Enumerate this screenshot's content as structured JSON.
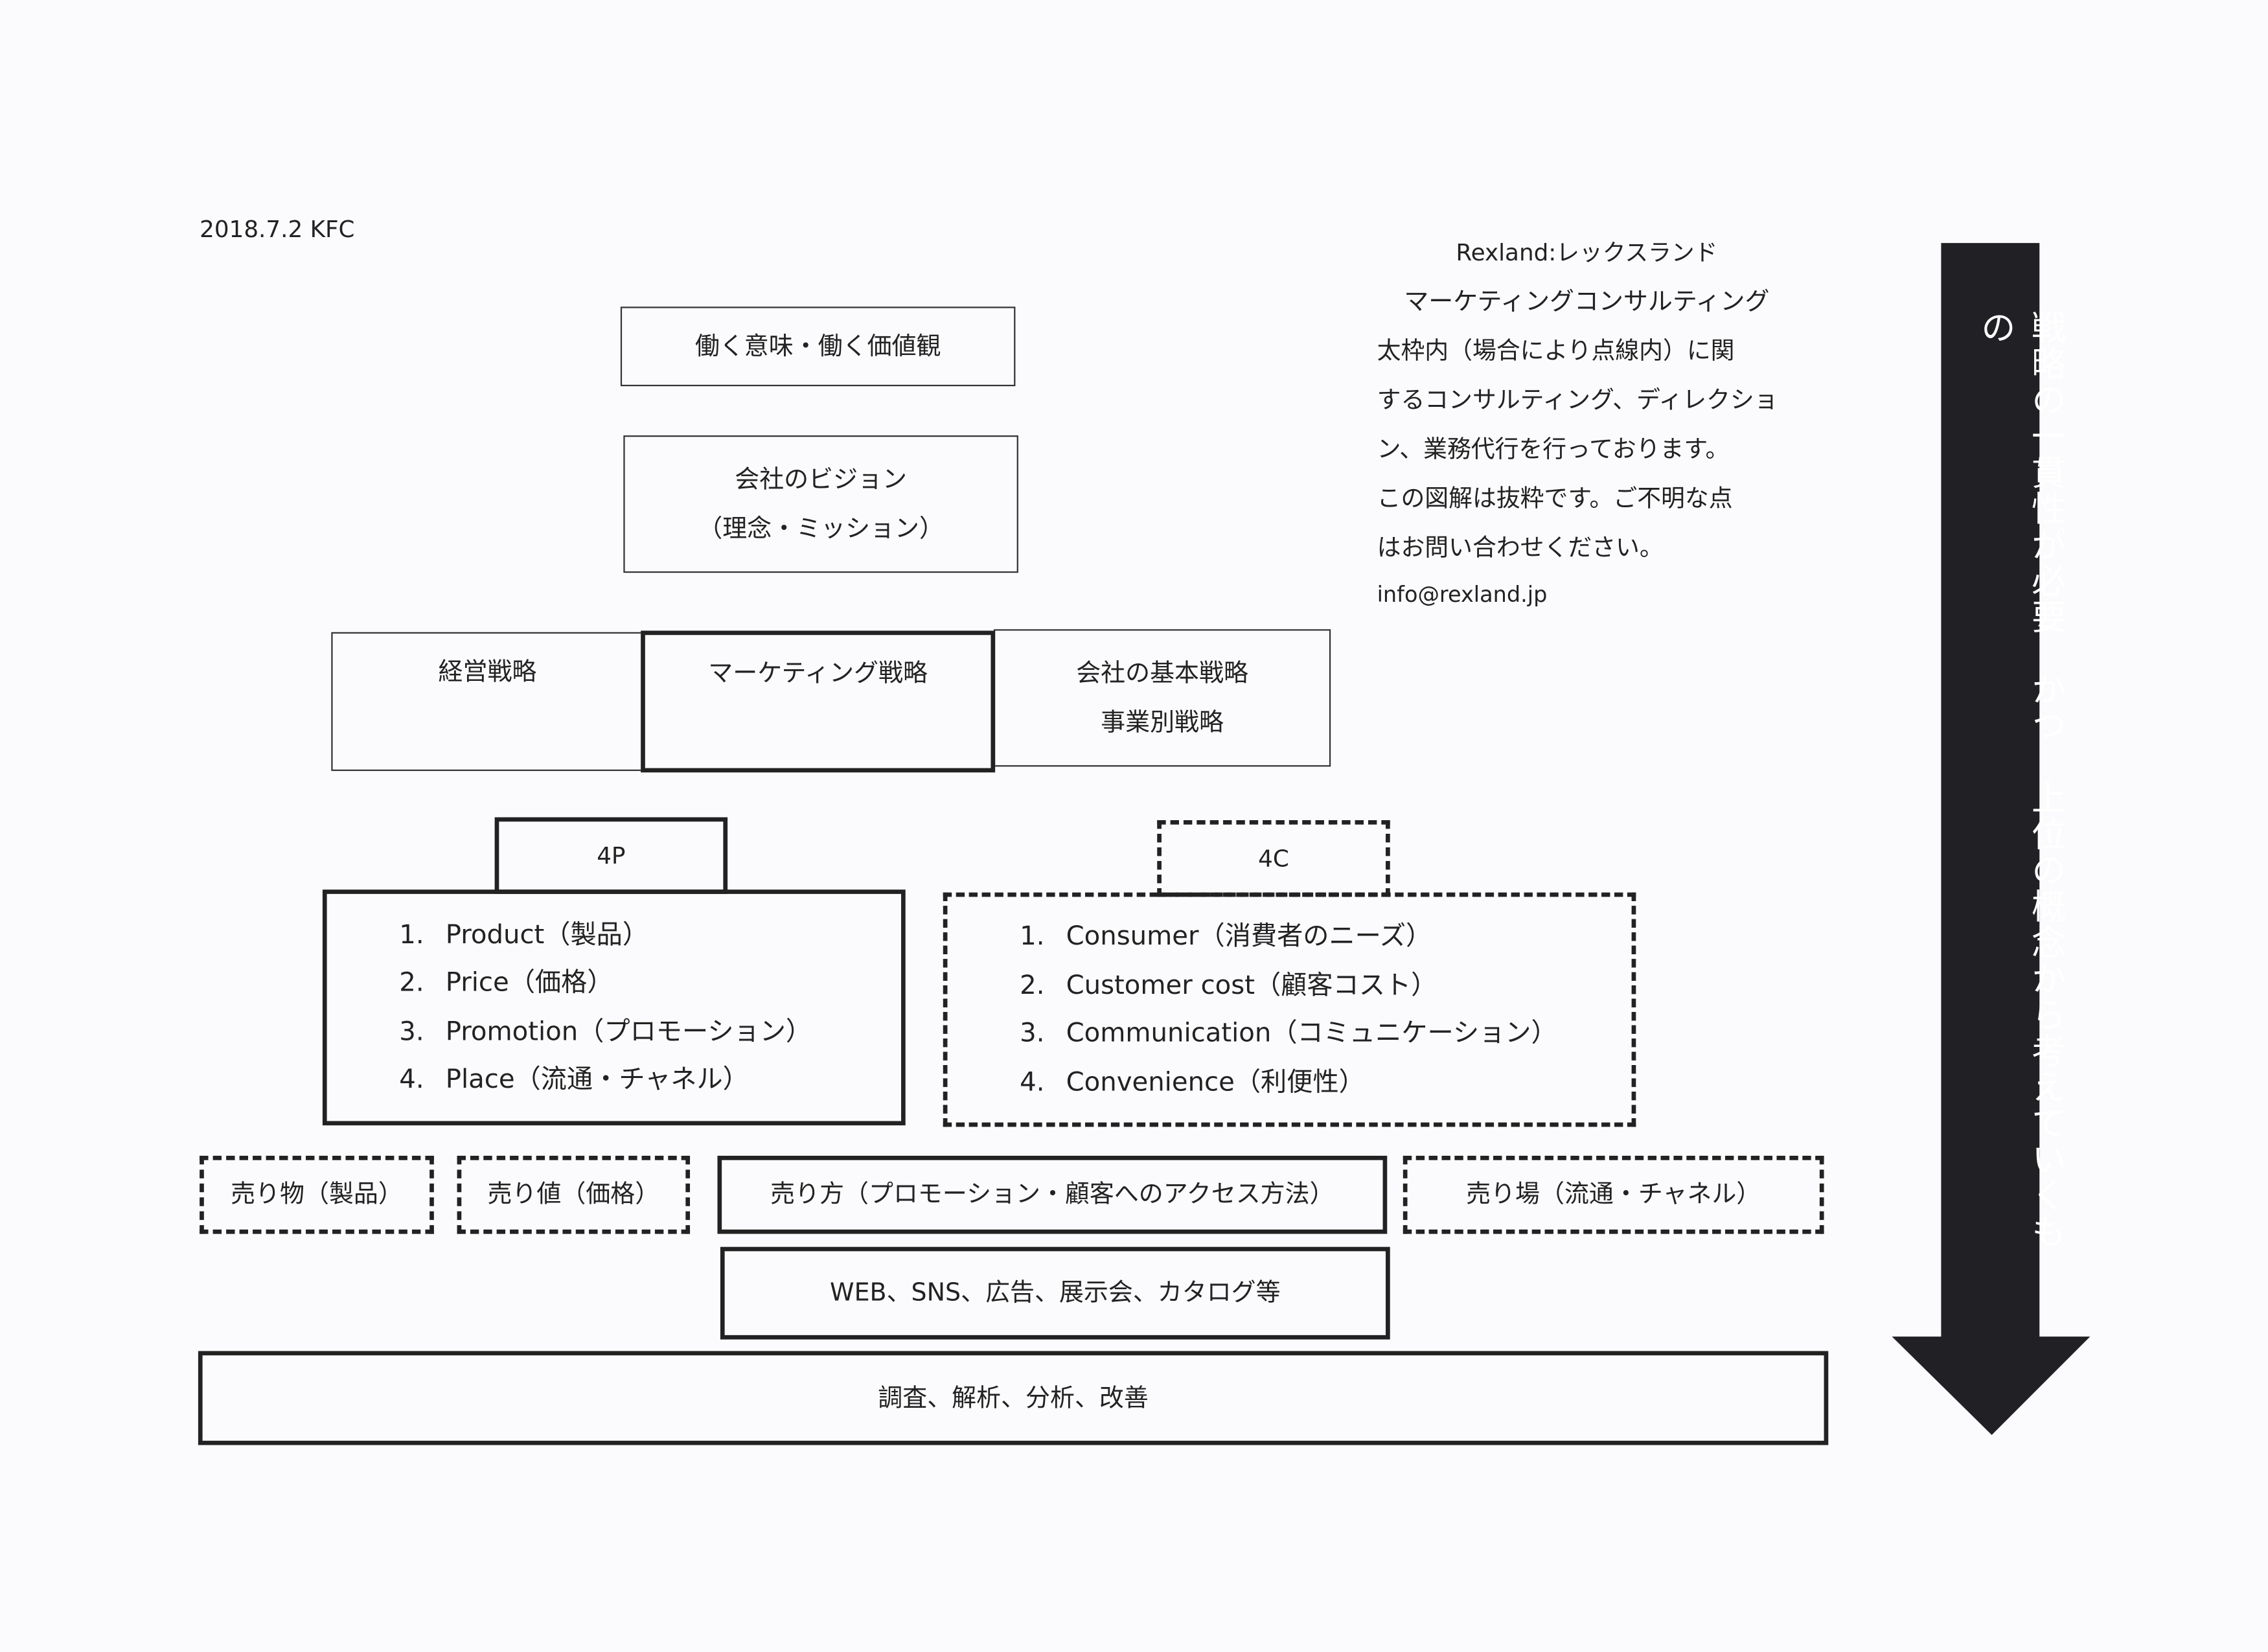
{
  "date_label": "2018.7.2 KFC",
  "top_boxes": {
    "meaning": "働く意味・働く価値観",
    "vision_line1": "会社のビジョン",
    "vision_line2": "（理念・ミッション）"
  },
  "strategy_row": {
    "management": "経営戦略",
    "marketing": "マーケティング戦略",
    "basic_line1": "会社の基本戦略",
    "basic_line2": "事業別戦略"
  },
  "four_p": {
    "title": "4P",
    "items": [
      {
        "n": "1.",
        "text": "Product（製品）"
      },
      {
        "n": "2.",
        "text": "Price（価格）"
      },
      {
        "n": "3.",
        "text": "Promotion（プロモーション）"
      },
      {
        "n": "4.",
        "text": "Place（流通・チャネル）"
      }
    ]
  },
  "four_c": {
    "title": "4C",
    "items": [
      {
        "n": "1.",
        "text": "Consumer（消費者のニーズ）"
      },
      {
        "n": "2.",
        "text": "Customer cost（顧客コスト）"
      },
      {
        "n": "3.",
        "text": "Communication（コミュニケーション）"
      },
      {
        "n": "4.",
        "text": "Convenience（利便性）"
      }
    ]
  },
  "sales_row": {
    "product": "売り物（製品）",
    "price": "売り値（価格）",
    "promotion": "売り方（プロモーション・顧客へのアクセス方法）",
    "place": "売り場（流通・チャネル）"
  },
  "channels": "WEB、SNS、広告、展示会、カタログ等",
  "research": "調査、解析、分析、改善",
  "company_note": {
    "lines": [
      "Rexland:レックスランド",
      "マーケティングコンサルティング",
      "太枠内（場合により点線内）に関",
      "するコンサルティング、ディレクショ",
      "ン、業務代行を行っております。",
      "この図解は抜粋です。ご不明な点",
      "はお問い合わせください。"
    ],
    "email": "info@rexland.jp"
  },
  "arrow_text": "戦略の一貫性が必要　かつ　上位の概念から考えていくもの"
}
